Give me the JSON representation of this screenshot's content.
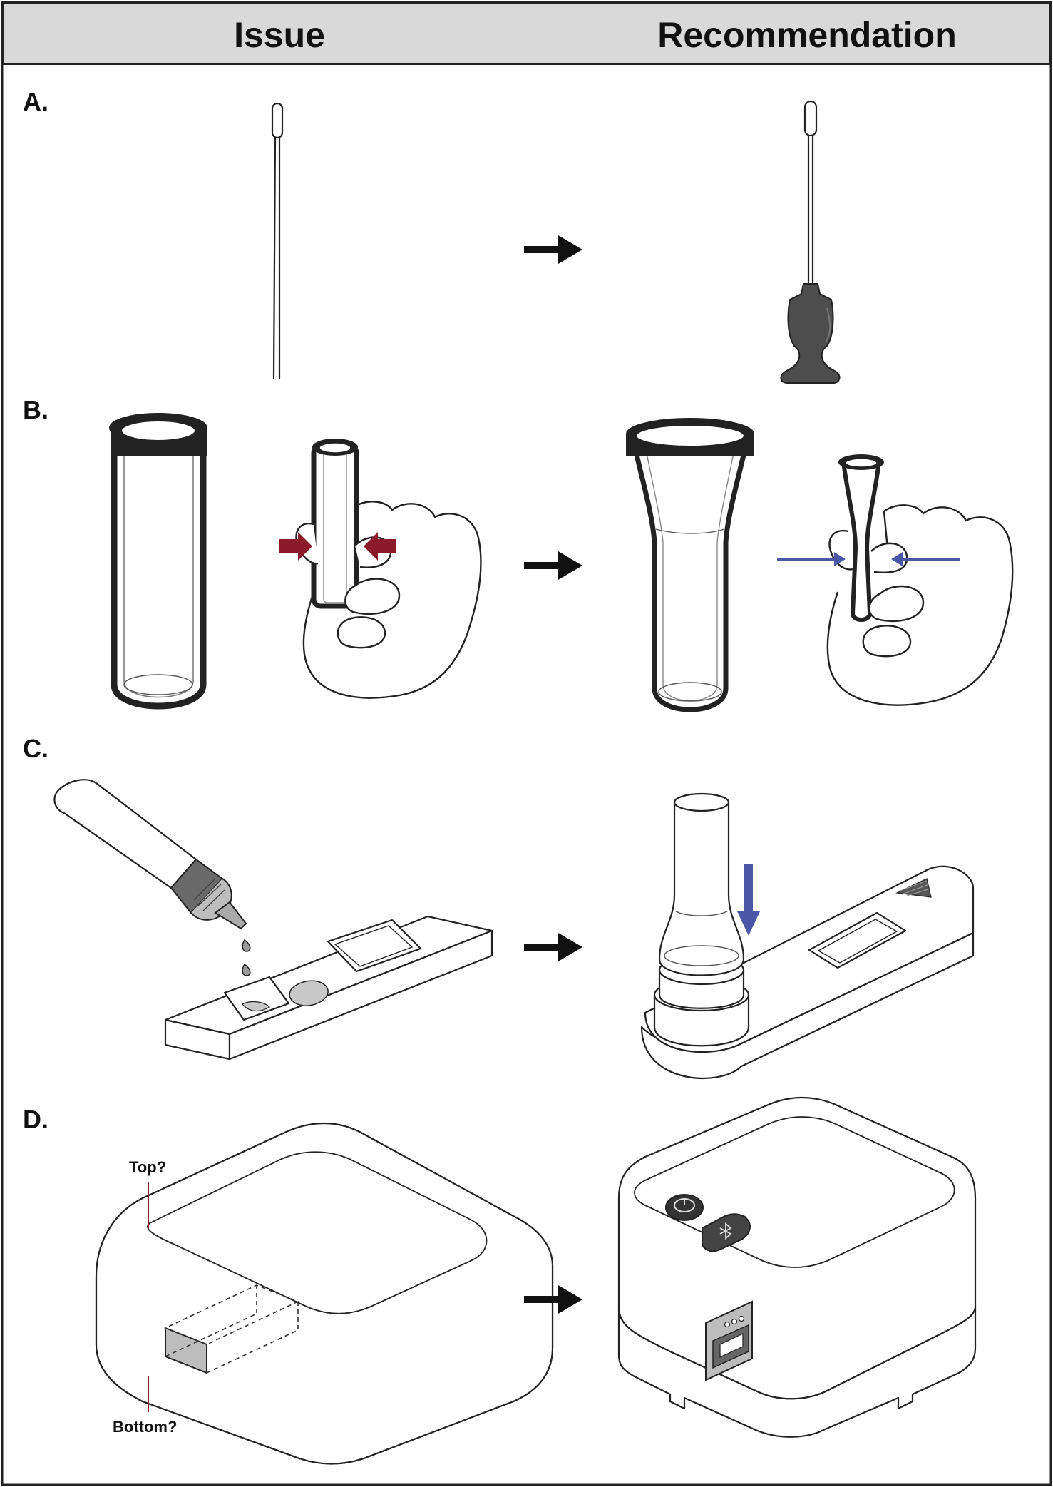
{
  "header": {
    "issue_label": "Issue",
    "recommendation_label": "Recommendation"
  },
  "rows": {
    "a": {
      "label": "A."
    },
    "b": {
      "label": "B."
    },
    "c": {
      "label": "C."
    },
    "d": {
      "label": "D.",
      "top_callout": "Top?",
      "bottom_callout": "Bottom?"
    }
  },
  "colors": {
    "header_bg": "#d9d9d9",
    "issue_arrow": "#8b1a2b",
    "recommend_arrow": "#4a56a6",
    "dark_part": "#4d4d4d",
    "light_fill": "#c8c8c8"
  },
  "icons": [
    "swab-icon",
    "swab-with-handle-icon",
    "tube-icon",
    "funnel-tube-icon",
    "hand-icon",
    "dropper-bottle-icon",
    "test-cassette-icon",
    "reader-device-icon",
    "power-button-icon",
    "bluetooth-button-icon",
    "right-arrow-icon"
  ]
}
